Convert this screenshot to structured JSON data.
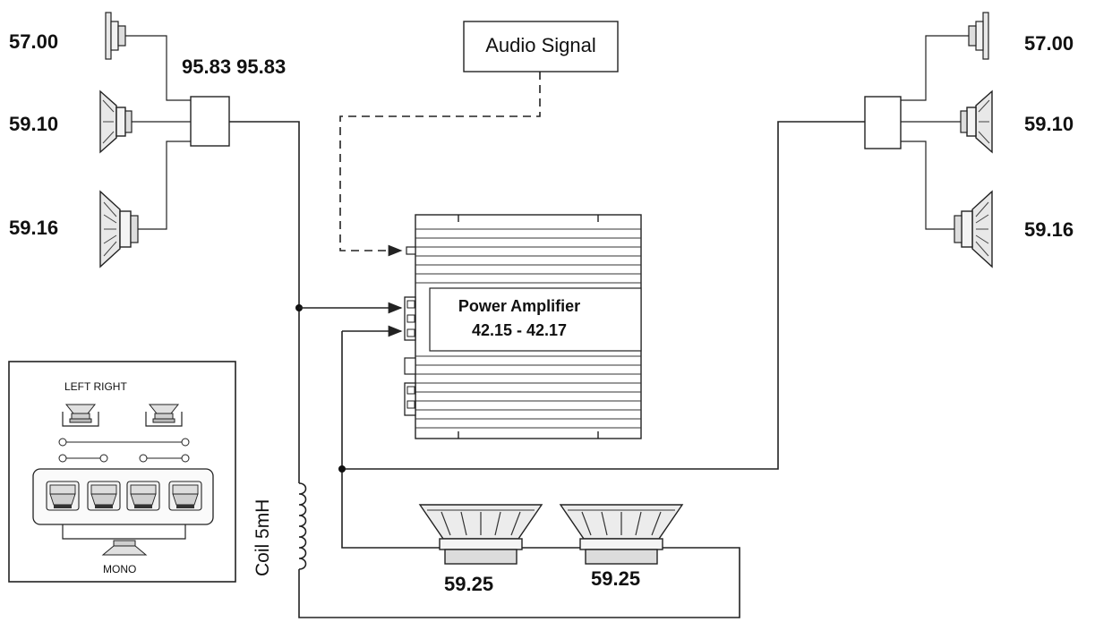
{
  "labels": {
    "audio_signal": "Audio Signal",
    "amp_title": "Power Amplifier",
    "amp_range": "42.15 - 42.17",
    "top_pair": "95.83 95.83",
    "left_tweeter": "57.00",
    "left_mid": "59.10",
    "left_woofer": "59.16",
    "right_tweeter": "57.00",
    "right_mid": "59.10",
    "right_woofer": "59.16",
    "sub_left": "59.25",
    "sub_right": "59.25",
    "coil": "Coil 5mH",
    "inset_left_right": "LEFT RIGHT",
    "inset_mono": "MONO"
  }
}
